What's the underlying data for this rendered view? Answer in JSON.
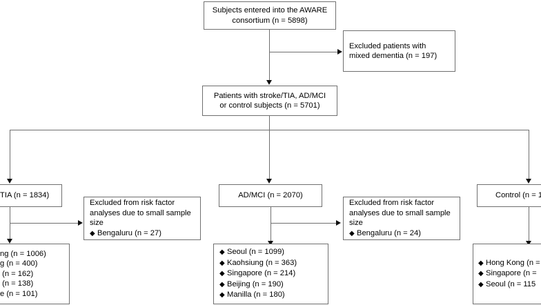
{
  "diagram": {
    "type": "participant-flow-diagram",
    "nodes": {
      "enrolled": {
        "line1": "Subjects entered into the AWARE",
        "line2": "consortium (n = 5898)",
        "n": 5898
      },
      "excluded_mixed": {
        "line1": "Excluded patients with",
        "line2": "mixed dementia (n = 197)",
        "n": 197
      },
      "eligible": {
        "line1": "Patients with stroke/TIA, AD/MCI",
        "line2": "or control subjects (n = 5701)",
        "n": 5701
      },
      "stroke_tia": {
        "label": "TIA (n = 1834)",
        "n": 1834
      },
      "ad_mci": {
        "label": "AD/MCI (n = 2070)",
        "n": 2070
      },
      "control": {
        "label": "Control (n = 1",
        "n": null
      },
      "excluded_small_left": {
        "line1": "Excluded from risk factor",
        "line2": "analyses due to small sample",
        "line3": "size",
        "items": [
          "Bengaluru (n = 27)"
        ]
      },
      "excluded_small_mid": {
        "line1": "Excluded from risk factor",
        "line2": "analyses due to small sample",
        "line3": "size",
        "items": [
          "Bengaluru (n = 24)"
        ]
      },
      "sites_stroke": {
        "items": [
          "ng (n = 1006)",
          "g (n = 400)",
          " (n = 162)",
          " (n = 138)",
          "e (n = 101)"
        ]
      },
      "sites_admci": {
        "items": [
          "Seoul (n = 1099)",
          "Kaohsiung (n = 363)",
          "Singapore (n = 214)",
          "Beijing (n = 190)",
          "Manilla (n = 180)"
        ]
      },
      "sites_control": {
        "items": [
          "Hong Kong (n =",
          "Singapore (n =",
          "Seoul (n = 115"
        ]
      }
    },
    "style": {
      "background": "#ffffff",
      "box_border": "#6f6f6f",
      "connector": "#6f6f6f",
      "arrowhead": "#111111",
      "text": "#000000"
    }
  }
}
